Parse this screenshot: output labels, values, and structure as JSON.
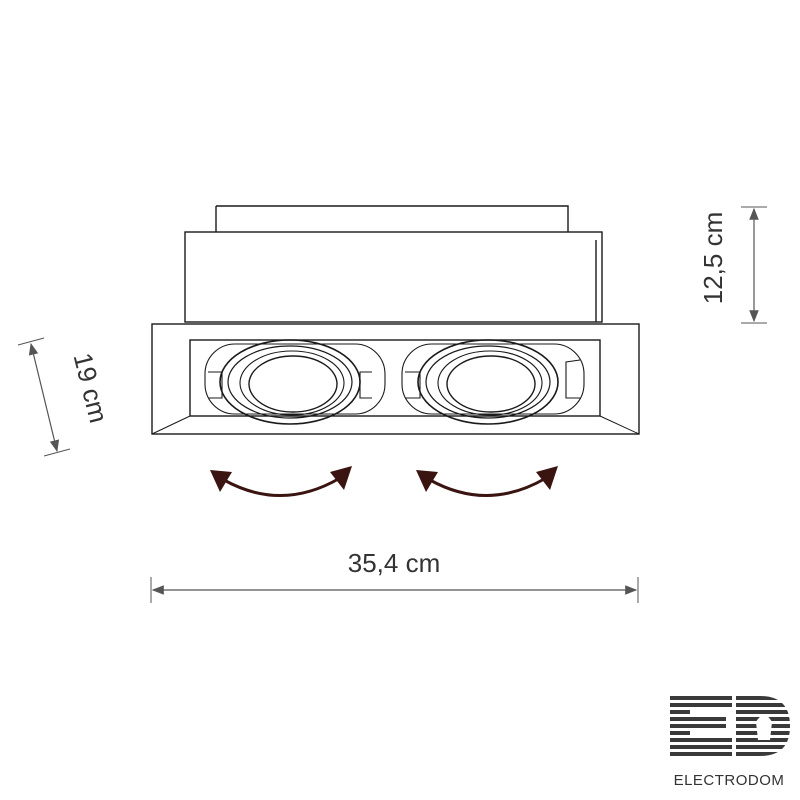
{
  "dimensions": {
    "height": "12,5 cm",
    "depth": "19 cm",
    "width": "35,4 cm"
  },
  "logo": {
    "text": "ELECTRODOM"
  },
  "colors": {
    "line": "#1a1a1a",
    "dimension": "#555555",
    "arrow": "#3a1410"
  }
}
